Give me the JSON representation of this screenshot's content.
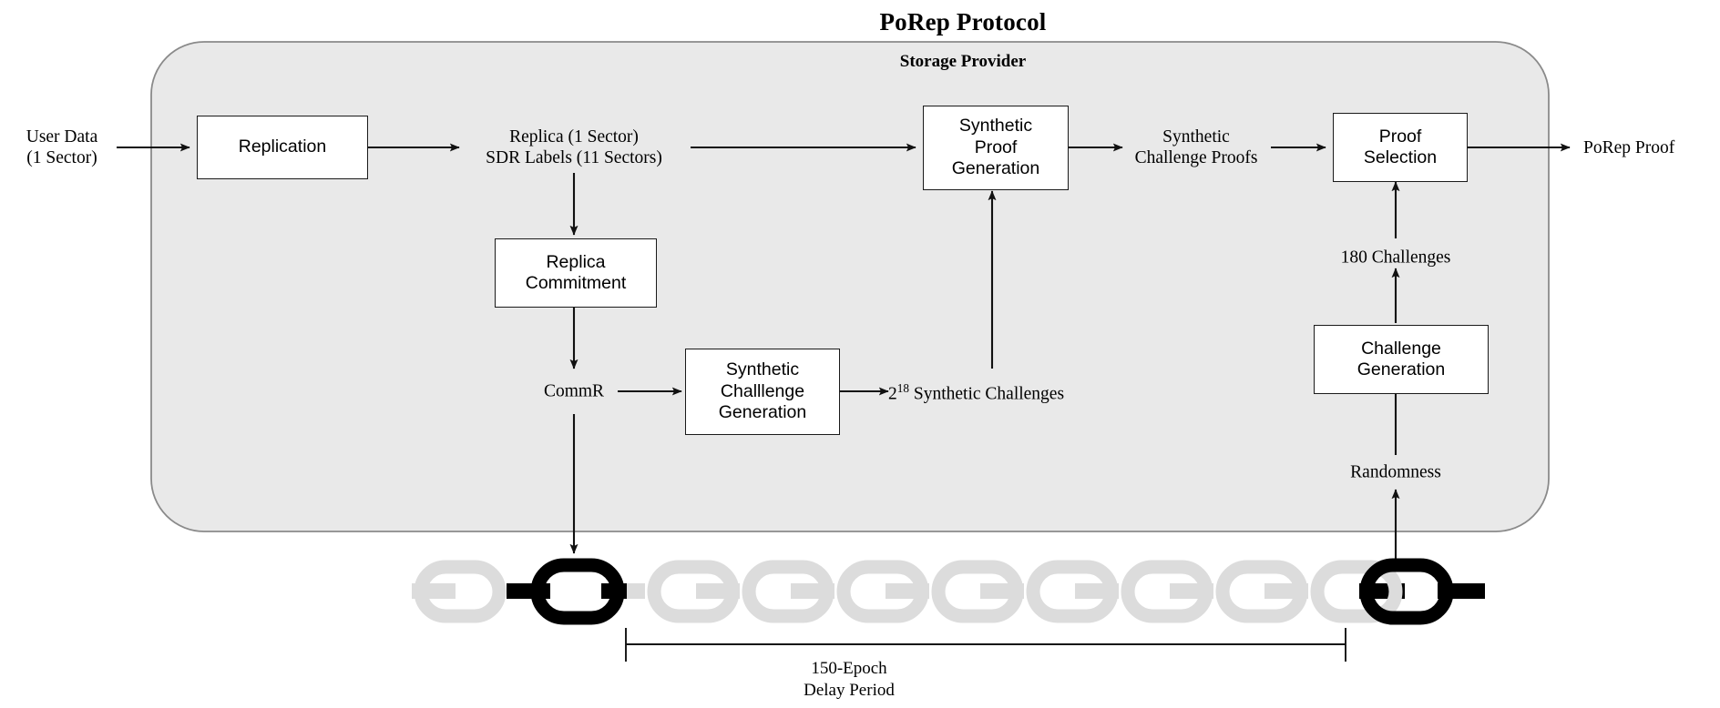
{
  "diagram": {
    "title": "PoRep Protocol",
    "container_label": "Storage Provider",
    "container_fill": "#e9e9e9",
    "container_stroke": "#8a8a8a",
    "box_stroke": "#1a1a1a",
    "box_fill": "#ffffff",
    "arrow_color": "#111111",
    "chain_dim_color": "#dcdcdc",
    "chain_highlight_color": "#000000"
  },
  "inputs": {
    "user_data_line1": "User Data",
    "user_data_line2": "(1 Sector)"
  },
  "outputs": {
    "porep_proof": "PoRep Proof"
  },
  "boxes": [
    {
      "id": "replication",
      "lines": [
        "Replication"
      ]
    },
    {
      "id": "replica-commitment",
      "lines": [
        "Replica",
        "Commitment"
      ]
    },
    {
      "id": "synthetic-challenge-generation",
      "lines": [
        "Synthetic",
        "Challlenge",
        "Generation"
      ]
    },
    {
      "id": "synthetic-proof-generation",
      "lines": [
        "Synthetic",
        "Proof",
        "Generation"
      ]
    },
    {
      "id": "proof-selection",
      "lines": [
        "Proof",
        "Selection"
      ]
    },
    {
      "id": "challenge-generation",
      "lines": [
        "Challenge",
        "Generation"
      ]
    }
  ],
  "flow_labels": {
    "replica_line1": "Replica (1 Sector)",
    "replica_line2": "SDR Labels (11 Sectors)",
    "commr": "CommR",
    "synthetic_challenges_base": "2",
    "synthetic_challenges_exp": "18",
    "synthetic_challenges_rest": " Synthetic Challenges",
    "synthetic_challenge_proofs_line1": "Synthetic",
    "synthetic_challenge_proofs_line2": "Challenge Proofs",
    "challenges_180": "180 Challenges",
    "randomness": "Randomness"
  },
  "chain": {
    "links_total": 11,
    "highlighted_link_indices": [
      1,
      10
    ],
    "delay_line1": "150-Epoch",
    "delay_line2": "Delay Period"
  }
}
